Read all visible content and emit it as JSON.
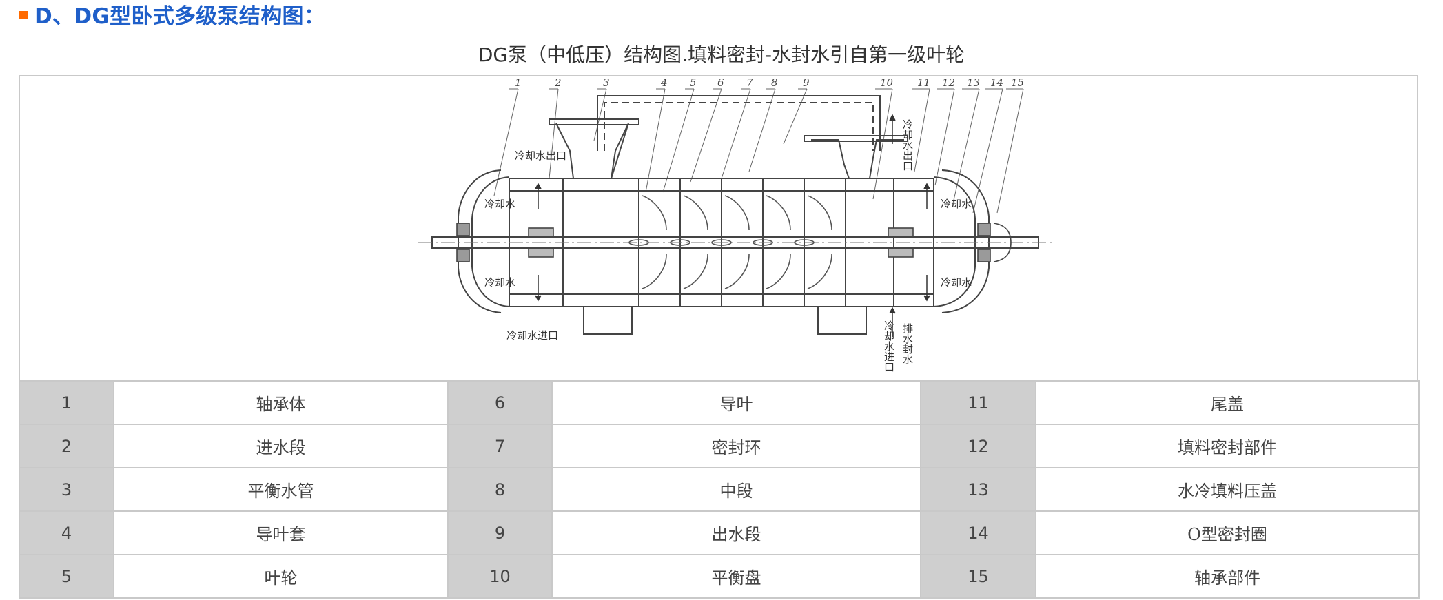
{
  "heading": {
    "bullet_color": "#ff6a00",
    "text": "D、DG型卧式多级泵结构图：",
    "color": "#1f5fc9"
  },
  "caption": "DG泵（中低压）结构图.填料密封-水封水引自第一级叶轮",
  "diagram": {
    "callout_numbers": [
      "1",
      "2",
      "3",
      "4",
      "5",
      "6",
      "7",
      "8",
      "9",
      "10",
      "11",
      "12",
      "13",
      "14",
      "15"
    ],
    "labels": {
      "cool_out_left": "冷却水出口",
      "cool_left_top": "冷却水",
      "cool_left_bottom": "冷却水",
      "cool_in_left": "冷却水进口",
      "cool_out_right": "冷却水出口",
      "cool_right_top": "冷却水",
      "cool_right_bottom": "冷却水",
      "cool_in_right": "冷却水进口",
      "drain_seal": "排水封水"
    }
  },
  "parts": [
    [
      {
        "num": "1",
        "name": "轴承体"
      },
      {
        "num": "6",
        "name": "导叶"
      },
      {
        "num": "11",
        "name": "尾盖"
      }
    ],
    [
      {
        "num": "2",
        "name": "进水段"
      },
      {
        "num": "7",
        "name": "密封环"
      },
      {
        "num": "12",
        "name": "填料密封部件"
      }
    ],
    [
      {
        "num": "3",
        "name": "平衡水管"
      },
      {
        "num": "8",
        "name": "中段"
      },
      {
        "num": "13",
        "name": "水冷填料压盖"
      }
    ],
    [
      {
        "num": "4",
        "name": "导叶套"
      },
      {
        "num": "9",
        "name": "出水段"
      },
      {
        "num": "14",
        "name": "O型密封圈"
      }
    ],
    [
      {
        "num": "5",
        "name": "叶轮"
      },
      {
        "num": "10",
        "name": "平衡盘"
      },
      {
        "num": "15",
        "name": "轴承部件"
      }
    ]
  ]
}
